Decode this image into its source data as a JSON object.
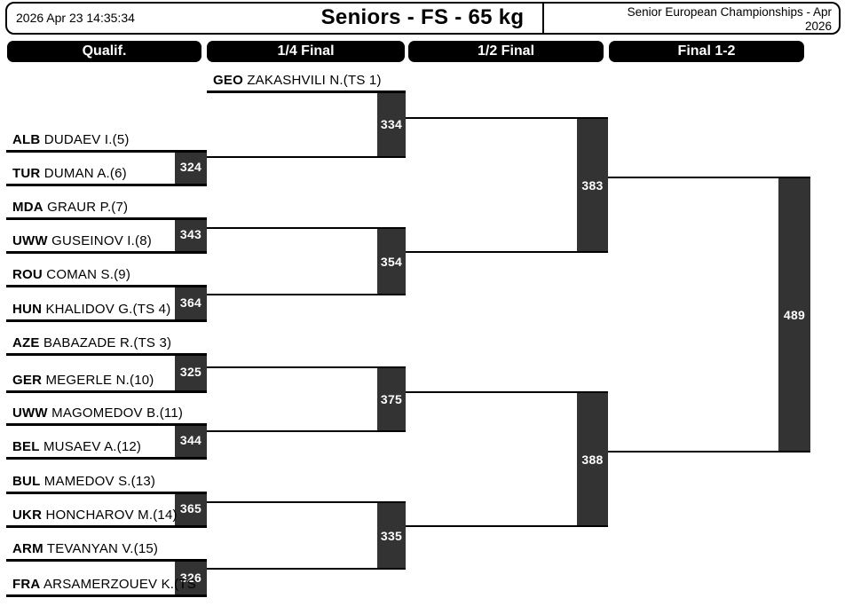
{
  "header": {
    "timestamp": "2026 Apr 23 14:35:34",
    "title": "Seniors - FS - 65 kg",
    "event_line1": "Senior European Championships - Apr",
    "event_line2": "2026"
  },
  "round_headers": [
    "Qualif.",
    "1/4 Final",
    "1/2 Final",
    "Final 1-2"
  ],
  "colors": {
    "line": "#000000",
    "match_box": "#333333",
    "match_box_text": "#ffffff",
    "header_bar": "#000000",
    "header_bar_text": "#ffffff"
  },
  "bracket": {
    "athletes": [
      {
        "country": "GEO",
        "name": "ZAKASHVILI N.(TS 1)"
      },
      {
        "country": "ALB",
        "name": "DUDAEV I.(5)"
      },
      {
        "country": "TUR",
        "name": "DUMAN A.(6)"
      },
      {
        "country": "MDA",
        "name": "GRAUR P.(7)"
      },
      {
        "country": "UWW",
        "name": "GUSEINOV I.(8)"
      },
      {
        "country": "ROU",
        "name": "COMAN S.(9)"
      },
      {
        "country": "HUN",
        "name": "KHALIDOV G.(TS 4)"
      },
      {
        "country": "AZE",
        "name": "BABAZADE R.(TS 3)"
      },
      {
        "country": "GER",
        "name": "MEGERLE N.(10)"
      },
      {
        "country": "UWW",
        "name": "MAGOMEDOV B.(11)"
      },
      {
        "country": "BEL",
        "name": "MUSAEV A.(12)"
      },
      {
        "country": "BUL",
        "name": "MAMEDOV S.(13)"
      },
      {
        "country": "UKR",
        "name": "HONCHAROV M.(14)"
      },
      {
        "country": "ARM",
        "name": "TEVANYAN V.(15)"
      },
      {
        "country": "FRA",
        "name": "ARSAMERZOUEV K.(TS"
      }
    ],
    "matches": {
      "qualif": [
        "324",
        "343",
        "364",
        "325",
        "344",
        "365",
        "326"
      ],
      "quarter_final": [
        "334",
        "354",
        "375",
        "335"
      ],
      "semi_final": [
        "383",
        "388"
      ],
      "final": [
        "489"
      ]
    }
  }
}
